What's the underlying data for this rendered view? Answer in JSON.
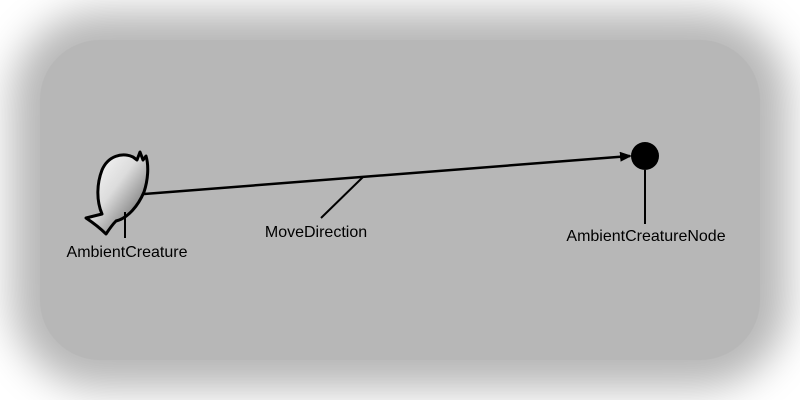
{
  "diagram": {
    "creature_label": "AmbientCreature",
    "direction_label": "MoveDirection",
    "node_label": "AmbientCreatureNode"
  },
  "colors": {
    "background_glow": "#b7b7b7",
    "stroke": "#000000",
    "fish_gradient_light": "#ffffff",
    "fish_gradient_dark": "#4a4a4a"
  },
  "icons": {
    "creature": "fish-icon",
    "node": "node-dot-icon"
  }
}
